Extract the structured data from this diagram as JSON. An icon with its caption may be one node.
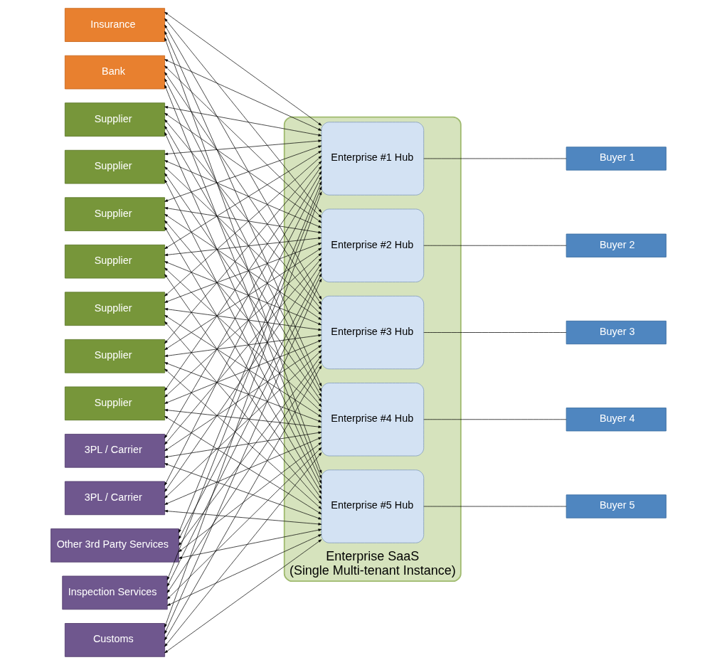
{
  "diagram": {
    "nodes": [
      {
        "text": [
          "Insurance"
        ]
      },
      {
        "text": [
          "Bank"
        ]
      },
      {
        "text": [
          "Supplier"
        ]
      },
      {
        "text": [
          "Supplier"
        ]
      },
      {
        "text": [
          "Supplier"
        ]
      },
      {
        "text": [
          "Supplier"
        ]
      },
      {
        "text": [
          "Supplier"
        ]
      },
      {
        "text": [
          "Supplier"
        ]
      },
      {
        "text": [
          "Supplier"
        ]
      },
      {
        "text": [
          "3PL / Carrier"
        ]
      },
      {
        "text": [
          "3PL / Carrier"
        ]
      },
      {
        "text": [
          "Other 3rd Party Services"
        ]
      },
      {
        "text": [
          "Inspection Services"
        ]
      },
      {
        "text": [
          "Customs"
        ]
      },
      {
        "text": [
          "Enterprise SaaS",
          "(Single Multi-tenant Instance)"
        ]
      },
      {
        "text": [
          "Enterprise #1 Hub"
        ],
        "in": 14
      },
      {
        "text": [
          "Enterprise #2 Hub"
        ],
        "in": 14
      },
      {
        "text": [
          "Enterprise #3 Hub"
        ],
        "in": 14
      },
      {
        "text": [
          "Enterprise #4 Hub"
        ],
        "in": 14
      },
      {
        "text": [
          "Enterprise #5 Hub"
        ],
        "in": 14
      },
      {
        "text": [
          "Buyer 1"
        ]
      },
      {
        "text": [
          "Buyer 2"
        ]
      },
      {
        "text": [
          "Buyer 3"
        ]
      },
      {
        "text": [
          "Buyer 4"
        ]
      },
      {
        "text": [
          "Buyer 5"
        ]
      }
    ],
    "edges": [
      {
        "from": 0,
        "to": 15,
        "arrow": "both"
      },
      {
        "from": 0,
        "to": 16,
        "arrow": "both"
      },
      {
        "from": 0,
        "to": 17,
        "arrow": "both"
      },
      {
        "from": 0,
        "to": 18,
        "arrow": "both"
      },
      {
        "from": 0,
        "to": 19,
        "arrow": "both"
      },
      {
        "from": 1,
        "to": 15,
        "arrow": "both"
      },
      {
        "from": 1,
        "to": 16,
        "arrow": "both"
      },
      {
        "from": 1,
        "to": 17,
        "arrow": "both"
      },
      {
        "from": 1,
        "to": 18,
        "arrow": "both"
      },
      {
        "from": 1,
        "to": 19,
        "arrow": "both"
      },
      {
        "from": 2,
        "to": 15,
        "arrow": "both"
      },
      {
        "from": 2,
        "to": 16,
        "arrow": "both"
      },
      {
        "from": 2,
        "to": 17,
        "arrow": "both"
      },
      {
        "from": 2,
        "to": 18,
        "arrow": "both"
      },
      {
        "from": 2,
        "to": 19,
        "arrow": "both"
      },
      {
        "from": 3,
        "to": 15,
        "arrow": "both"
      },
      {
        "from": 3,
        "to": 16,
        "arrow": "both"
      },
      {
        "from": 3,
        "to": 17,
        "arrow": "both"
      },
      {
        "from": 3,
        "to": 18,
        "arrow": "both"
      },
      {
        "from": 3,
        "to": 19,
        "arrow": "both"
      },
      {
        "from": 4,
        "to": 15,
        "arrow": "both"
      },
      {
        "from": 4,
        "to": 16,
        "arrow": "both"
      },
      {
        "from": 4,
        "to": 17,
        "arrow": "both"
      },
      {
        "from": 4,
        "to": 18,
        "arrow": "both"
      },
      {
        "from": 4,
        "to": 19,
        "arrow": "both"
      },
      {
        "from": 5,
        "to": 15,
        "arrow": "both"
      },
      {
        "from": 5,
        "to": 16,
        "arrow": "both"
      },
      {
        "from": 5,
        "to": 17,
        "arrow": "both"
      },
      {
        "from": 5,
        "to": 18,
        "arrow": "both"
      },
      {
        "from": 5,
        "to": 19,
        "arrow": "both"
      },
      {
        "from": 6,
        "to": 15,
        "arrow": "both"
      },
      {
        "from": 6,
        "to": 16,
        "arrow": "both"
      },
      {
        "from": 6,
        "to": 17,
        "arrow": "both"
      },
      {
        "from": 6,
        "to": 18,
        "arrow": "both"
      },
      {
        "from": 6,
        "to": 19,
        "arrow": "both"
      },
      {
        "from": 7,
        "to": 15,
        "arrow": "both"
      },
      {
        "from": 7,
        "to": 16,
        "arrow": "both"
      },
      {
        "from": 7,
        "to": 17,
        "arrow": "both"
      },
      {
        "from": 7,
        "to": 18,
        "arrow": "both"
      },
      {
        "from": 7,
        "to": 19,
        "arrow": "both"
      },
      {
        "from": 8,
        "to": 15,
        "arrow": "both"
      },
      {
        "from": 8,
        "to": 16,
        "arrow": "both"
      },
      {
        "from": 8,
        "to": 17,
        "arrow": "both"
      },
      {
        "from": 8,
        "to": 18,
        "arrow": "both"
      },
      {
        "from": 8,
        "to": 19,
        "arrow": "both"
      },
      {
        "from": 9,
        "to": 15,
        "arrow": "both"
      },
      {
        "from": 9,
        "to": 16,
        "arrow": "both"
      },
      {
        "from": 9,
        "to": 17,
        "arrow": "both"
      },
      {
        "from": 9,
        "to": 18,
        "arrow": "both"
      },
      {
        "from": 9,
        "to": 19,
        "arrow": "both"
      },
      {
        "from": 10,
        "to": 15,
        "arrow": "both"
      },
      {
        "from": 10,
        "to": 16,
        "arrow": "both"
      },
      {
        "from": 10,
        "to": 17,
        "arrow": "both"
      },
      {
        "from": 10,
        "to": 18,
        "arrow": "both"
      },
      {
        "from": 10,
        "to": 19,
        "arrow": "both"
      },
      {
        "from": 11,
        "to": 15,
        "arrow": "both"
      },
      {
        "from": 11,
        "to": 16,
        "arrow": "both"
      },
      {
        "from": 11,
        "to": 17,
        "arrow": "both"
      },
      {
        "from": 11,
        "to": 18,
        "arrow": "both"
      },
      {
        "from": 11,
        "to": 19,
        "arrow": "both"
      },
      {
        "from": 12,
        "to": 15,
        "arrow": "both"
      },
      {
        "from": 12,
        "to": 16,
        "arrow": "both"
      },
      {
        "from": 12,
        "to": 17,
        "arrow": "both"
      },
      {
        "from": 12,
        "to": 18,
        "arrow": "both"
      },
      {
        "from": 12,
        "to": 19,
        "arrow": "both"
      },
      {
        "from": 13,
        "to": 15,
        "arrow": "both"
      },
      {
        "from": 13,
        "to": 16,
        "arrow": "both"
      },
      {
        "from": 13,
        "to": 17,
        "arrow": "both"
      },
      {
        "from": 13,
        "to": 18,
        "arrow": "both"
      },
      {
        "from": 13,
        "to": 19,
        "arrow": "both"
      },
      {
        "from": 15,
        "to": 20,
        "arrow": "none"
      },
      {
        "from": 16,
        "to": 21,
        "arrow": "none"
      },
      {
        "from": 17,
        "to": 22,
        "arrow": "none"
      },
      {
        "from": 18,
        "to": 23,
        "arrow": "none"
      },
      {
        "from": 19,
        "to": 24,
        "arrow": "none"
      }
    ]
  }
}
